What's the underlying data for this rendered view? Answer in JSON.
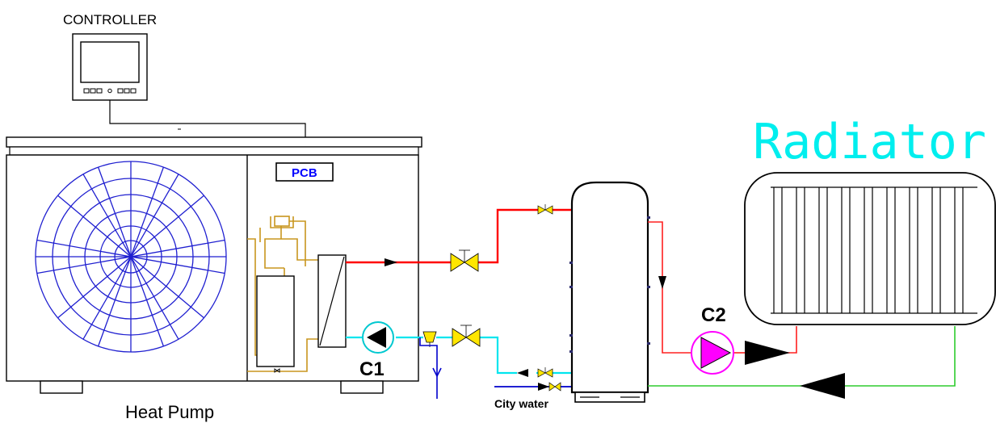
{
  "labels": {
    "controller": "CONTROLLER",
    "pcb": "PCB",
    "radiator": "Radiator",
    "c1": "C1",
    "c2": "C2",
    "city_water": "City water",
    "heat_pump": "Heat Pump"
  },
  "colors": {
    "outline": "#000000",
    "fan": "#1f1fd0",
    "hot_pipe": "#ff0000",
    "cold_pipe": "#00e5ee",
    "return_pipe": "#2ecc2e",
    "valve": "#ffe600",
    "refrigerant": "#c8961e",
    "pump_c2": "#ff00ff",
    "pcb_text": "#0000ff",
    "radiator_text": "#00eeee",
    "city_water_pipe": "#0000cc"
  }
}
